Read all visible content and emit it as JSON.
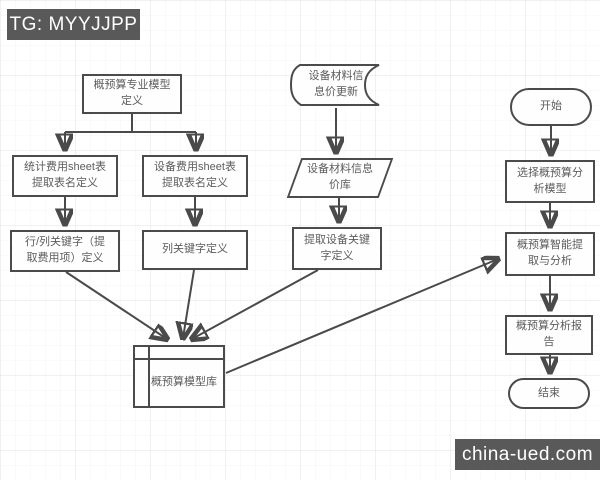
{
  "tag": {
    "label": "TG: MYYJJPP"
  },
  "watermark": {
    "label": "china-ued.com"
  },
  "colors": {
    "node_border": "#4b4b4b",
    "node_fill": "#fefefe",
    "node_text": "#5c5c5c",
    "connector": "#4a4a4a",
    "chip_bg": "#595959",
    "chip_text": "#ffffff",
    "canvas_bg": "#ffffff"
  },
  "diagram": {
    "type": "flowchart",
    "nodes": {
      "model_def": {
        "shape": "rectangle",
        "label": "概预算专业模型\n定义"
      },
      "info_update": {
        "shape": "document",
        "label": "设备材料信\n息价更新"
      },
      "start": {
        "shape": "terminator",
        "label": "开始"
      },
      "stat_sheet": {
        "shape": "rectangle",
        "label": "统计费用sheet表\n提取表名定义"
      },
      "device_sheet": {
        "shape": "rectangle",
        "label": "设备费用sheet表\n提取表名定义"
      },
      "price_db": {
        "shape": "parallelogram",
        "label": "设备材料信息\n价库"
      },
      "select_model": {
        "shape": "rectangle",
        "label": "选择概预算分\n析模型"
      },
      "row_col_key": {
        "shape": "rectangle",
        "label": "行/列关键字（提\n取费用项）定义"
      },
      "col_key": {
        "shape": "rectangle",
        "label": "列关键字定义"
      },
      "device_key": {
        "shape": "rectangle",
        "label": "提取设备关键\n字定义"
      },
      "smart_extract": {
        "shape": "rectangle",
        "label": "概预算智能提\n取与分析"
      },
      "model_lib": {
        "shape": "internal-storage",
        "label": "概预算模型库"
      },
      "report": {
        "shape": "rectangle",
        "label": "概预算分析报\n告"
      },
      "end": {
        "shape": "terminator",
        "label": "结束"
      }
    },
    "edges": [
      {
        "from": "model_def",
        "to": "stat_sheet"
      },
      {
        "from": "model_def",
        "to": "device_sheet"
      },
      {
        "from": "info_update",
        "to": "price_db"
      },
      {
        "from": "start",
        "to": "select_model"
      },
      {
        "from": "stat_sheet",
        "to": "row_col_key"
      },
      {
        "from": "device_sheet",
        "to": "col_key"
      },
      {
        "from": "price_db",
        "to": "device_key"
      },
      {
        "from": "select_model",
        "to": "smart_extract"
      },
      {
        "from": "row_col_key",
        "to": "model_lib"
      },
      {
        "from": "col_key",
        "to": "model_lib"
      },
      {
        "from": "device_key",
        "to": "model_lib"
      },
      {
        "from": "model_lib",
        "to": "smart_extract"
      },
      {
        "from": "smart_extract",
        "to": "report"
      },
      {
        "from": "report",
        "to": "end"
      }
    ]
  }
}
